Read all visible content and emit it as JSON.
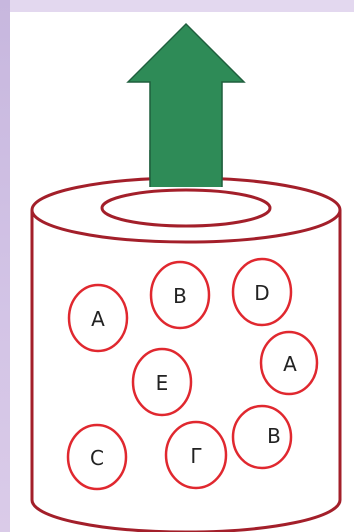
{
  "particles": [
    {
      "label": "A"
    },
    {
      "label": "B"
    },
    {
      "label": "D"
    },
    {
      "label": "A"
    },
    {
      "label": "E"
    },
    {
      "label": "B"
    },
    {
      "label": "C"
    },
    {
      "label": "Γ"
    }
  ],
  "colors": {
    "arrow": "#2e8b57",
    "arrow_stroke": "#1f5f3d",
    "cylinder_stroke": "#a31f2a",
    "ring_stroke": "#e0282f",
    "label": "#222222"
  }
}
